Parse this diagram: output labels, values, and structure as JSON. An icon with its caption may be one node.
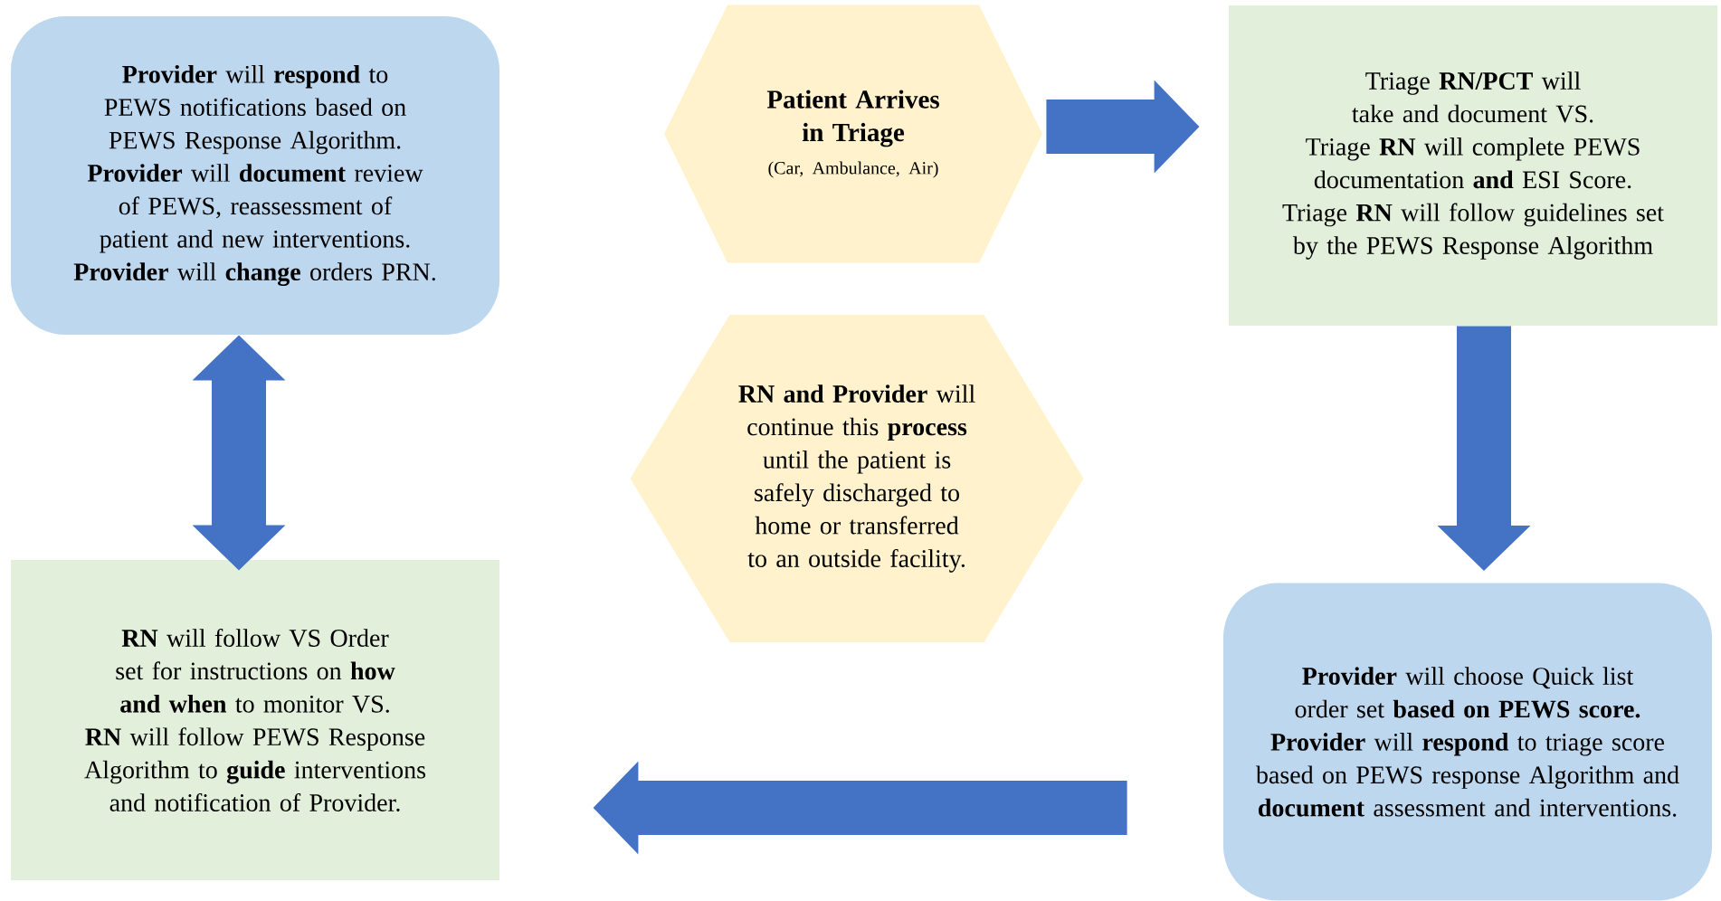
{
  "diagram": {
    "nodes": [
      {
        "text": [
          "Patient Arrives in Triage",
          "(Car, Ambulance, Air)"
        ]
      },
      {
        "text": [
          "Triage **RN/PCT** will take and document VS.",
          "Triage **RN** will complete PEWS documentation **and** ESI Score.",
          "Triage **RN** will follow guidelines set by the PEWS Response Algorithm"
        ]
      },
      {
        "text": [
          "**Provider** will choose Quick list order set **based on PEWS score.**",
          "**Provider** will **respond** to triage score based on PEWS response Algorithm and **document** assessment and interventions."
        ]
      },
      {
        "text": [
          "**RN** will follow VS Order set for instructions on **how and when** to monitor VS.",
          "**RN** will follow PEWS Response Algorithm to **guide** interventions and notification of Provider."
        ]
      },
      {
        "text": [
          "**Provider** will **respond** to PEWS notifications based on PEWS Response Algorithm.",
          "**Provider** will **document** review of PEWS, reassessment of patient and new interventions.",
          "**Provider** will **change** orders PRN."
        ]
      },
      {
        "text": [
          "**RN and Provider** will continue this **process** until the patient is safely discharged to home or transferred to an outside facility."
        ]
      }
    ],
    "edges": [
      {
        "from": 0,
        "to": 1,
        "arrow": "to"
      },
      {
        "from": 1,
        "to": 2,
        "arrow": "to"
      },
      {
        "from": 2,
        "to": 3,
        "arrow": "to"
      },
      {
        "from": 3,
        "to": 4,
        "arrow": "both"
      }
    ]
  }
}
